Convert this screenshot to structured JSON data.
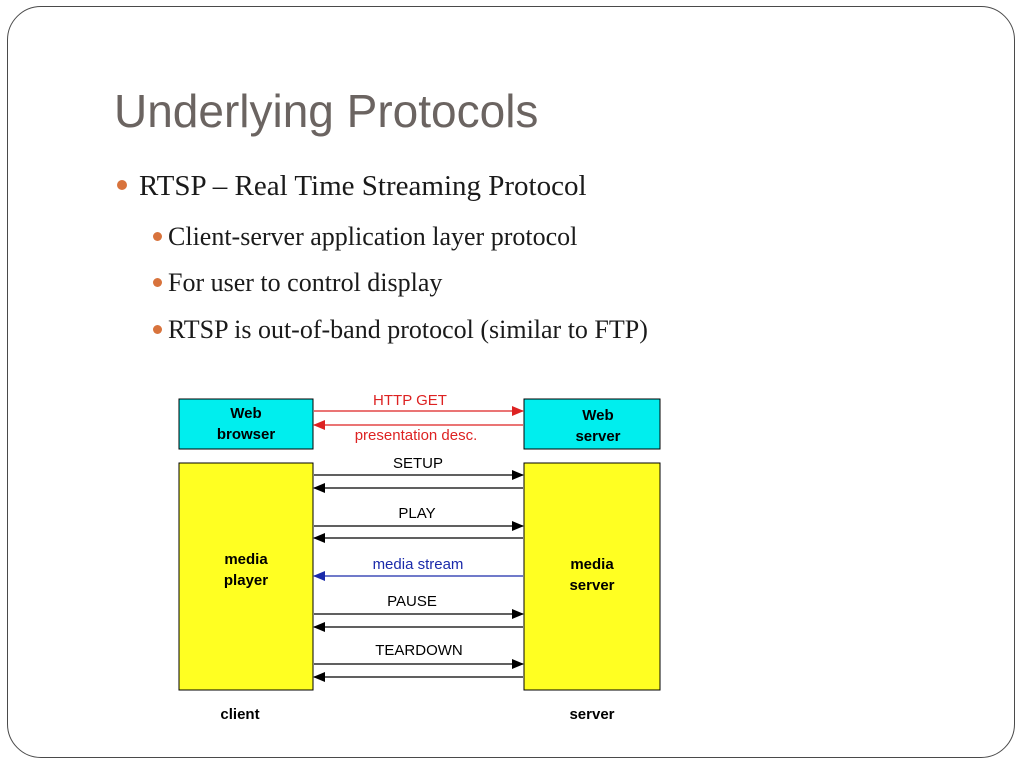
{
  "slide": {
    "title": "Underlying Protocols",
    "bullets": [
      {
        "level": 1,
        "text": "RTSP – Real Time Streaming Protocol"
      },
      {
        "level": 2,
        "text": "Client-server application layer protocol"
      },
      {
        "level": 2,
        "text": "For user to control display"
      },
      {
        "level": 2,
        "text": "RTSP is out-of-band protocol (similar to FTP)"
      }
    ]
  },
  "diagram": {
    "boxes": {
      "web_browser": [
        "Web",
        "browser"
      ],
      "web_server": [
        "Web",
        "server"
      ],
      "media_player": [
        "media",
        "player"
      ],
      "media_server": [
        "media",
        "server"
      ]
    },
    "messages": {
      "http_get": "HTTP GET",
      "presentation_desc": "presentation desc.",
      "setup": "SETUP",
      "play": "PLAY",
      "media_stream": "media stream",
      "pause": "PAUSE",
      "teardown": "TEARDOWN"
    },
    "labels": {
      "client": "client",
      "server": "server"
    },
    "colors": {
      "web_box": "#00eeee",
      "media_box": "#ffff22",
      "http_arrow": "#dd2222",
      "stream_arrow": "#1a2aaa",
      "rtsp_arrow": "#000000"
    }
  }
}
